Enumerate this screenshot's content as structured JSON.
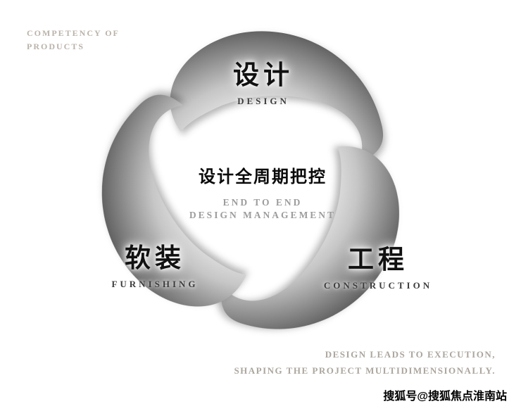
{
  "corner_note": {
    "line1": "COMPETENCY OF",
    "line2": "PRODUCTS"
  },
  "diagram": {
    "center": {
      "title_cn": "设计全周期把控",
      "subtitle_line1": "END TO END",
      "subtitle_line2": "DESIGN MANAGEMENT"
    },
    "nodes": [
      {
        "id": "design",
        "label_cn": "设计",
        "label_en": "DESIGN"
      },
      {
        "id": "furnishing",
        "label_cn": "软装",
        "label_en": "FURNISHING"
      },
      {
        "id": "construction",
        "label_cn": "工程",
        "label_en": "CONSTRUCTION"
      }
    ],
    "colors": {
      "gradient_inner": "#ededed",
      "gradient_mid": "#c6c6c6",
      "gradient_outer": "#4c4c4c"
    }
  },
  "footer_note": {
    "line1": "DESIGN LEADS TO EXECUTION,",
    "line2": "SHAPING THE PROJECT MULTIDIMENSIONALLY."
  },
  "watermark": {
    "text": "搜狐号@搜狐焦点淮南站"
  }
}
